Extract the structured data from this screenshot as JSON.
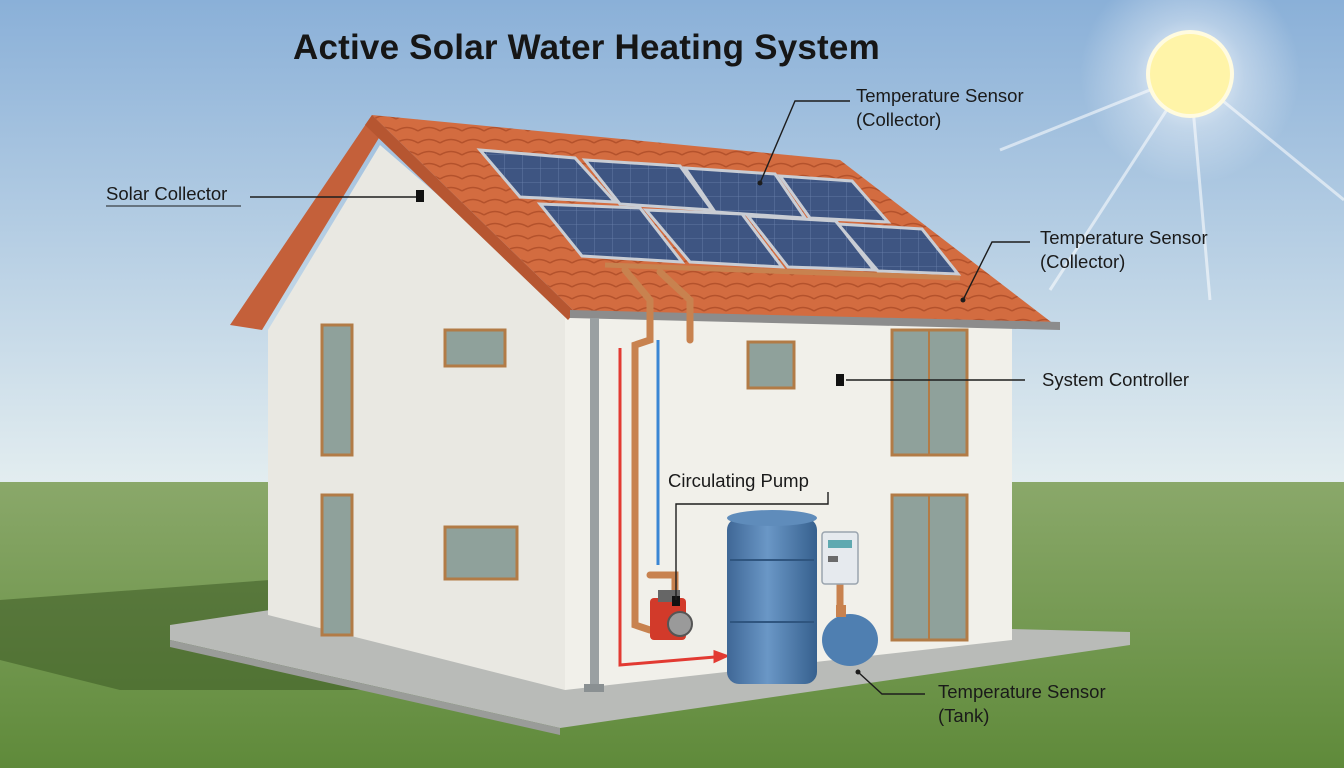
{
  "title": "Active Solar Water Heating System",
  "labels": {
    "solar_collector": "Solar Collector",
    "temp_sensor_collector_top": {
      "line1": "Temperature Sensor",
      "line2": "(Collector)"
    },
    "temp_sensor_collector_mid": {
      "line1": "Temperature Sensor",
      "line2": "(Collector)"
    },
    "system_controller": "System Controller",
    "circulating_pump": "Circulating Pump",
    "temp_sensor_tank": {
      "line1": "Temperature Sensor",
      "line2": "(Tank)"
    }
  },
  "colors": {
    "sky_top": "#8fb3d9",
    "sky_bottom": "#dde9ee",
    "grass": "#6f9448",
    "wall": "#ecebe5",
    "roof": "#d06a3e",
    "panel": "#3b4f7a",
    "tank": "#4c78a6",
    "pipe_hot": "#e03030",
    "pipe_cold": "#3b84d0",
    "pipe_copper": "#c8824f",
    "sun": "#fff3a0"
  }
}
